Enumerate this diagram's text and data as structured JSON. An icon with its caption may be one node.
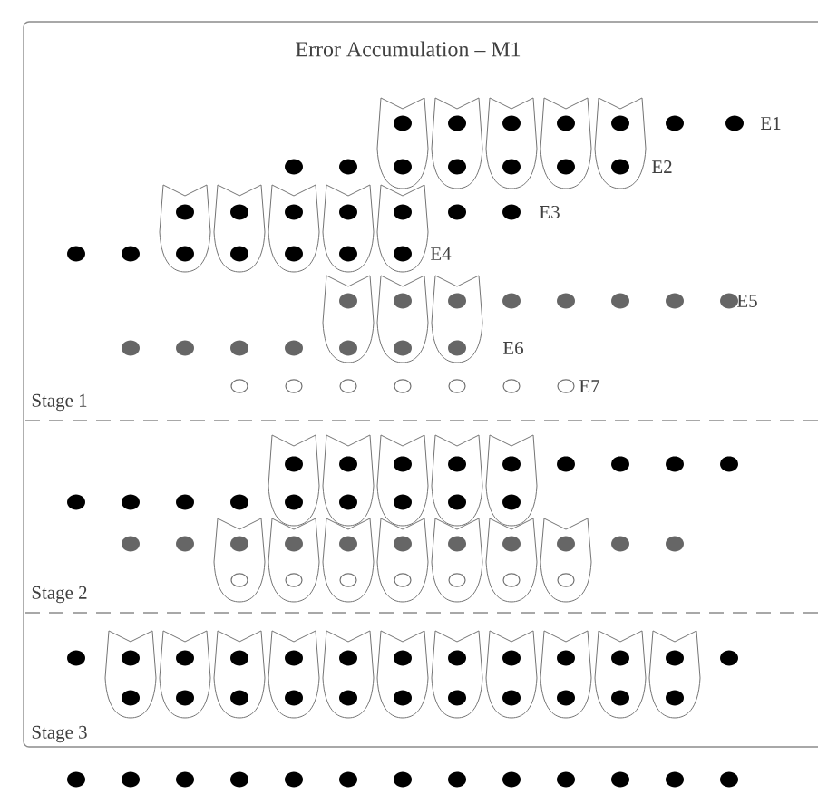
{
  "diagram": {
    "title": "Error Accumulation – M1",
    "labels": [
      "E1",
      "E2",
      "E3",
      "E4",
      "E5",
      "E6",
      "E7",
      "Stage 1",
      "Stage 2",
      "Stage 3"
    ]
  }
}
